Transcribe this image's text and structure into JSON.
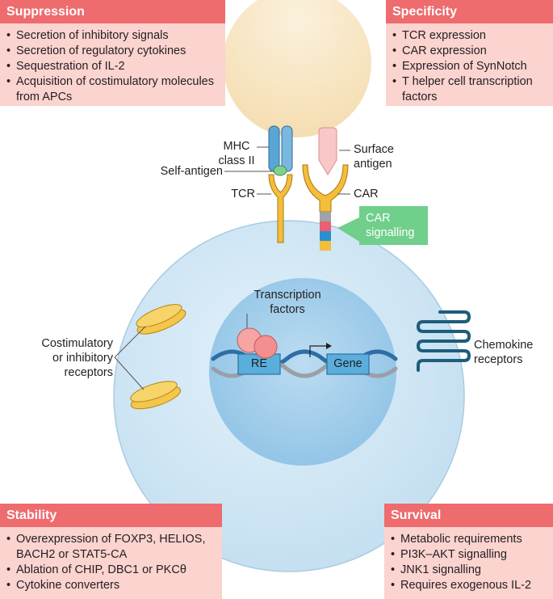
{
  "panels": {
    "suppression": {
      "title": "Suppression",
      "items": [
        "Secretion of inhibitory signals",
        "Secretion of regulatory cytokines",
        "Sequestration of IL-2",
        "Acquisition of costimulatory molecules from APCs"
      ]
    },
    "specificity": {
      "title": "Specificity",
      "items": [
        "TCR expression",
        "CAR expression",
        "Expression of SynNotch",
        "T helper cell transcription factors"
      ]
    },
    "stability": {
      "title": "Stability",
      "items": [
        "Overexpression of FOXP3, HELIOS, BACH2 or STAT5-CA",
        "Ablation of CHIP, DBC1 or PKCθ",
        "Cytokine converters"
      ]
    },
    "survival": {
      "title": "Survival",
      "items": [
        "Metabolic requirements",
        "PI3K–AKT signalling",
        "JNK1 signalling",
        "Requires exogenous IL-2"
      ]
    }
  },
  "labels": {
    "mhc_1": "MHC",
    "mhc_2": "class II",
    "self_antigen": "Self-antigen",
    "tcr": "TCR",
    "surface_antigen_1": "Surface",
    "surface_antigen_2": "antigen",
    "car": "CAR",
    "car_signalling_1": "CAR",
    "car_signalling_2": "signalling",
    "tf_1": "Transcription",
    "tf_2": "factors",
    "re": "RE",
    "gene": "Gene",
    "costim_1": "Costimulatory",
    "costim_2": "or inhibitory",
    "costim_3": "receptors",
    "chemokine_1": "Chemokine",
    "chemokine_2": "receptors"
  },
  "colors": {
    "panel_header": "#ee6b6e",
    "panel_body": "#fbd3cf",
    "apc": "#f7e3bd",
    "cell": "#cfe6f4",
    "nucleus": "#a9d2ec",
    "mhc": "#5aa5d6",
    "receptor_yellow": "#f4bd3a",
    "dna_box": "#4aa3d8",
    "car_signalling_box": "#6fcf8b",
    "chemokine": "#1f5d7a"
  }
}
